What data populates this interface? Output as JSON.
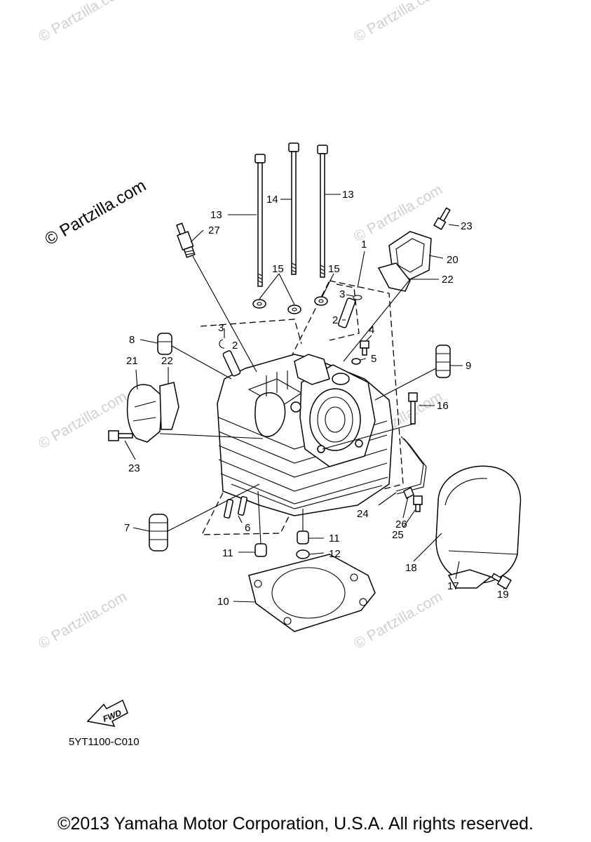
{
  "watermark": {
    "brand": "© Partzilla.com",
    "tiled": "© Partzilla.com"
  },
  "callouts": {
    "c1": "1",
    "c2a": "2",
    "c2b": "2",
    "c3a": "3",
    "c3b": "3",
    "c4": "4",
    "c5": "5",
    "c6": "6",
    "c7": "7",
    "c8": "8",
    "c9": "9",
    "c10": "10",
    "c11a": "11",
    "c11b": "11",
    "c12": "12",
    "c13a": "13",
    "c13b": "13",
    "c14": "14",
    "c15a": "15",
    "c15b": "15",
    "c16": "16",
    "c17": "17",
    "c18": "18",
    "c19": "19",
    "c20": "20",
    "c21": "21",
    "c22a": "22",
    "c22b": "22",
    "c23a": "23",
    "c23b": "23",
    "c24": "24",
    "c25": "25",
    "c26": "26",
    "c27": "27"
  },
  "fwd_label": "FWD",
  "diagram_code": "5YT1100-C010",
  "copyright": "©2013 Yamaha Motor Corporation, U.S.A. All rights reserved."
}
